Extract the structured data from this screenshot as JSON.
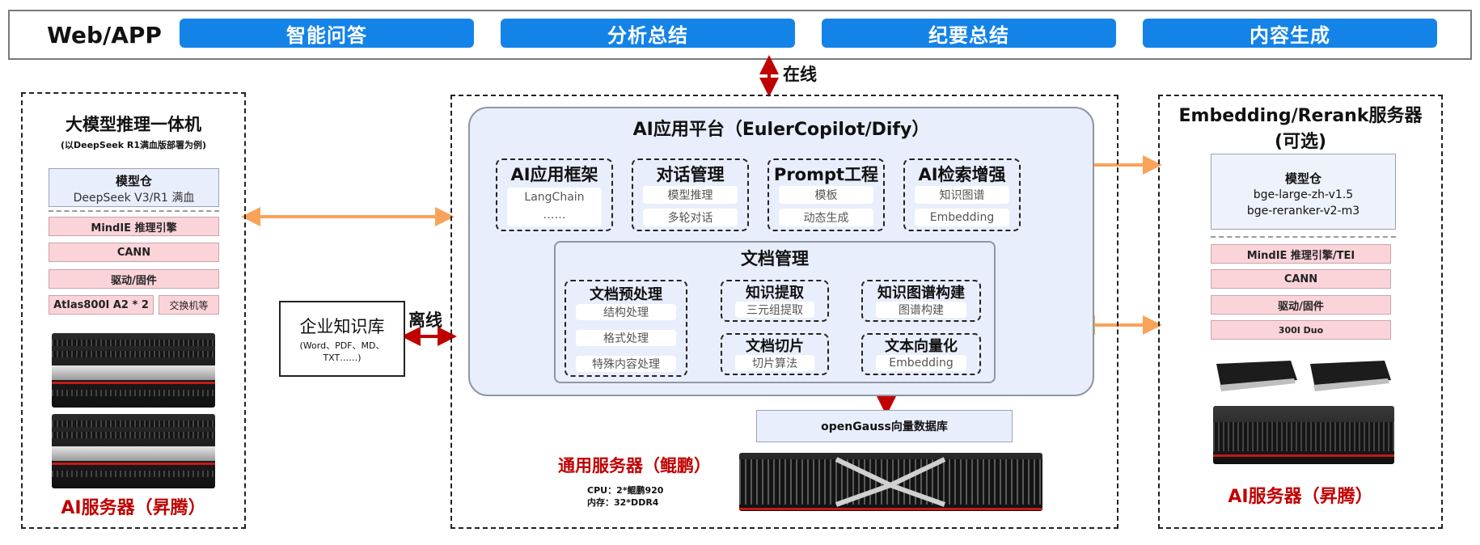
{
  "top": {
    "web_app": "Web/APP",
    "tabs": [
      "智能问答",
      "分析总结",
      "纪要总结",
      "内容生成"
    ],
    "online_label": "在线"
  },
  "left_server": {
    "title": "大模型推理一体机",
    "subtitle": "(以DeepSeek R1满血版部署为例)",
    "model_repo_title": "模型仓",
    "model_repo_item": "DeepSeek V3/R1 满血",
    "stack": {
      "engine": "MindIE 推理引擎",
      "cann": "CANN",
      "driver": "驱动/固件",
      "atlas": "Atlas800I A2 * 2",
      "switch": "交换机等"
    },
    "footer": "AI服务器（昇腾）"
  },
  "knowledge_base": {
    "title": "企业知识库",
    "formats": "(Word、PDF、MD、TXT……)",
    "offline_label": "离线"
  },
  "platform": {
    "title": "AI应用平台（EulerCopilot/Dify）",
    "modules": [
      {
        "title": "AI应用框架",
        "items": [
          "LangChain",
          "……"
        ]
      },
      {
        "title": "对话管理",
        "items": [
          "模型推理",
          "多轮对话"
        ]
      },
      {
        "title": "Prompt工程",
        "items": [
          "模板",
          "动态生成"
        ]
      },
      {
        "title": "AI检索增强",
        "items": [
          "知识图谱",
          "Embedding"
        ]
      }
    ],
    "doc_mgmt": {
      "title": "文档管理",
      "preprocess": {
        "title": "文档预处理",
        "items": [
          "结构处理",
          "格式处理",
          "特殊内容处理"
        ]
      },
      "extract": {
        "title": "知识提取",
        "item": "三元组提取"
      },
      "graph": {
        "title": "知识图谱构建",
        "item": "图谱构建"
      },
      "chunk": {
        "title": "文档切片",
        "item": "切片算法"
      },
      "vectorize": {
        "title": "文本向量化",
        "item": "Embedding"
      }
    }
  },
  "center_server": {
    "vector_db": "openGauss向量数据库",
    "title": "通用服务器（鲲鹏）",
    "cpu": "CPU：2*鲲鹏920",
    "mem": "内存：32*DDR4"
  },
  "right_server": {
    "title": "Embedding/Rerank服务器",
    "optional": "(可选)",
    "model_repo_title": "模型仓",
    "models": [
      "bge-large-zh-v1.5",
      "bge-reranker-v2-m3"
    ],
    "stack": {
      "engine": "MindIE 推理引擎/TEI",
      "cann": "CANN",
      "driver": "驱动/固件",
      "card": "300I Duo"
    },
    "footer": "AI服务器（昇腾）"
  },
  "colors": {
    "tab_blue": "#1383e8",
    "accent_red": "#c00000",
    "orange_arrow": "#f8a35a",
    "panel_blue": "#e8eefb",
    "pink": "#fbd4da"
  }
}
